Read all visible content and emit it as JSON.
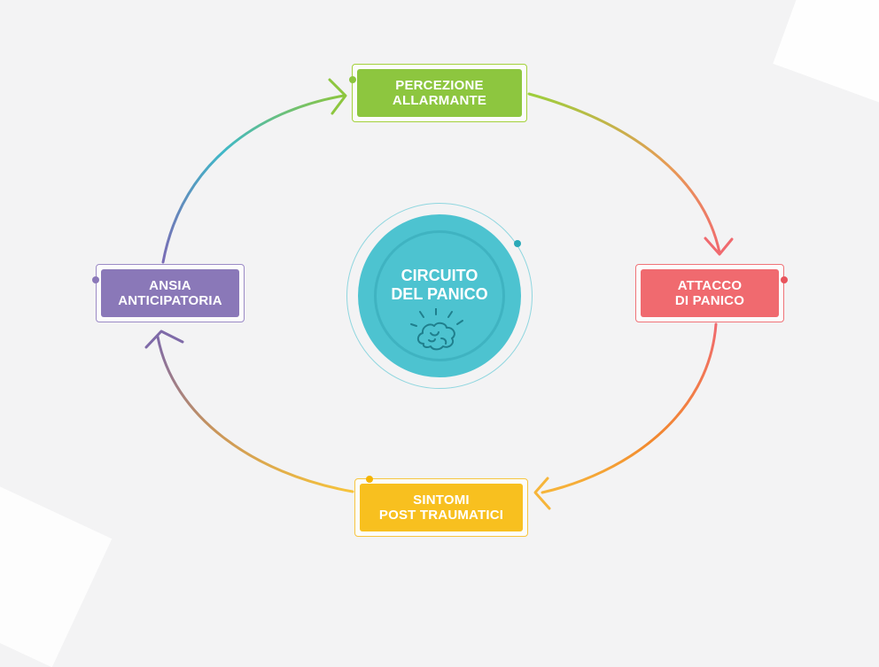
{
  "diagram": {
    "center": {
      "line1": "CIRCUITO",
      "line2": "DEL PANICO",
      "icon": "brain-icon"
    },
    "nodes": [
      {
        "id": "percezione",
        "line1": "PERCEZIONE",
        "line2": "ALLARMANTE",
        "color": "#8dc63f"
      },
      {
        "id": "attacco",
        "line1": "ATTACCO",
        "line2": "DI PANICO",
        "color": "#f06a6f"
      },
      {
        "id": "sintomi",
        "line1": "SINTOMI",
        "line2": "POST TRAUMATICI",
        "color": "#f8c01f"
      },
      {
        "id": "ansia",
        "line1": "ANSIA",
        "line2": "ANTICIPATORIA",
        "color": "#8a78b8"
      }
    ],
    "flow": [
      {
        "from": "percezione",
        "to": "attacco"
      },
      {
        "from": "attacco",
        "to": "sintomi"
      },
      {
        "from": "sintomi",
        "to": "ansia"
      },
      {
        "from": "ansia",
        "to": "percezione"
      }
    ]
  }
}
